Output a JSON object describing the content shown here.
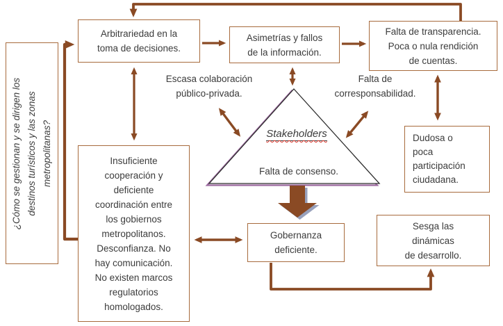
{
  "colors": {
    "arrow": "#8a4a24",
    "box_border": "#a76a3c",
    "text": "#3b3b3b",
    "triangle_shadow": "#9d6ba0",
    "block_arrow_shadow": "#98a1bc",
    "spellcheck_squiggle": "#e0392e"
  },
  "side_question": {
    "text": "¿Cómo se gestionan y se dirigen los\ndestinos turísticos y las zonas\nmetropolitanas?"
  },
  "boxes": {
    "arbitrariedad": {
      "text": "Arbitrariedad en la\ntoma de decisiones."
    },
    "asimetrias": {
      "text": "Asimetrías y fallos\nde la información."
    },
    "transparencia": {
      "text": "Falta de transparencia.\nPoca o nula rendición\nde cuentas."
    },
    "dudosa": {
      "text": "Dudosa o\npoca\nparticipación\nciudadana."
    },
    "insuficiente": {
      "text": "Insuficiente\ncooperación y\ndeficiente\ncoordinación entre\nlos gobiernos\nmetropolitanos.\nDesconfianza. No\nhay comunicación.\nNo existen marcos\nregulatorios\nhomologados."
    },
    "gobernanza": {
      "text": "Gobernanza\ndeficiente."
    },
    "sesga": {
      "text": "Sesga las\ndinámicas\nde desarrollo."
    }
  },
  "labels": {
    "escasa": "Escasa colaboración\npúblico-privada.",
    "corresponsabilidad": "Falta de\ncorresponsabilidad.",
    "stakeholders": "Stakeholders",
    "consenso": "Falta de consenso."
  }
}
